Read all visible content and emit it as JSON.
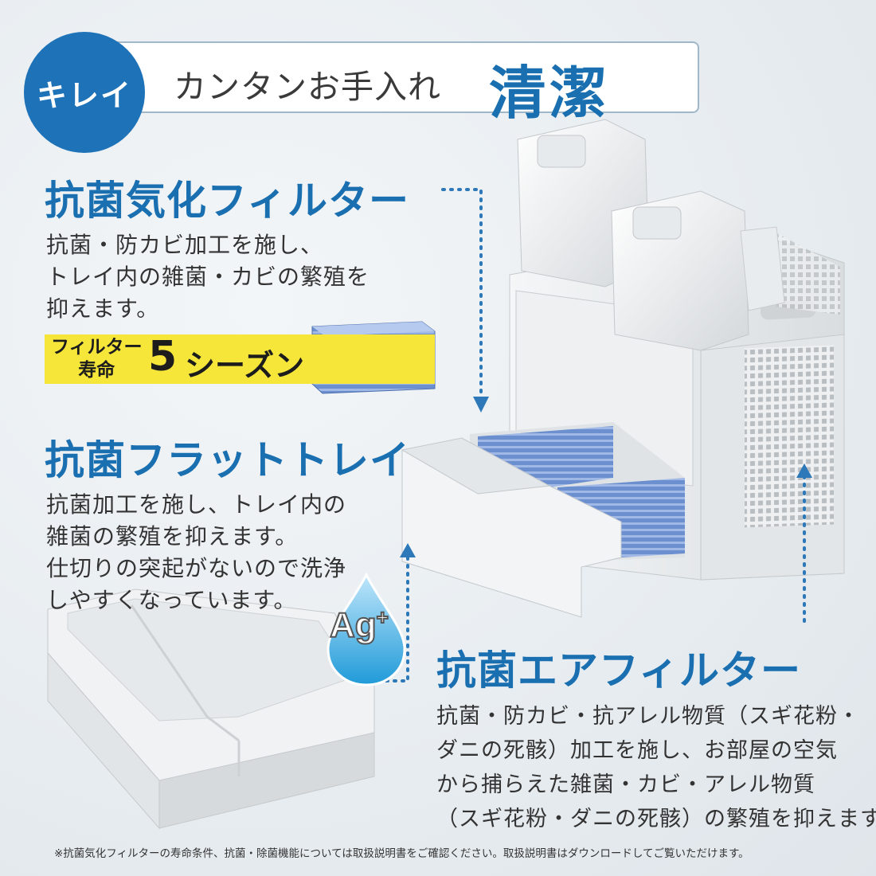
{
  "header": {
    "badge": "キレイ",
    "subtitle": "カンタンお手入れ",
    "title": "清潔"
  },
  "features": [
    {
      "heading": "抗菌気化フィルター",
      "lines": [
        "抗菌・防カビ加工を施し、",
        "トレイ内の雑菌・カビの繁殖を",
        "抑えます。"
      ]
    },
    {
      "heading": "抗菌フラットトレイ",
      "lines": [
        "抗菌加工を施し、トレイ内の",
        "雑菌の繁殖を抑えます。",
        "仕切りの突起がないので洗浄",
        "しやすくなっています。"
      ]
    },
    {
      "heading": "抗菌エアフィルター",
      "lines": [
        "抗菌・防カビ・抗アレル物質（スギ花粉・",
        "ダニの死骸）加工を施し、お部屋の空気",
        "から捕らえた雑菌・カビ・アレル物質",
        "（スギ花粉・ダニの死骸）の繁殖を抑えます。"
      ]
    }
  ],
  "filter_life": {
    "label_line1": "フィルター",
    "label_line2": "寿命",
    "number": "5",
    "unit": "シーズン"
  },
  "ag_badge": "Ag",
  "ag_sup": "+",
  "footnote": "※抗菌気化フィルターの寿命条件、抗菌・除菌機能については取扱説明書をご確認ください。取扱説明書はダウンロードしてご覧いただけます。",
  "colors": {
    "accent": "#1a6fb0",
    "badge": "#1e72b8",
    "highlight": "#f7e63a",
    "background": "#e9eef2"
  }
}
